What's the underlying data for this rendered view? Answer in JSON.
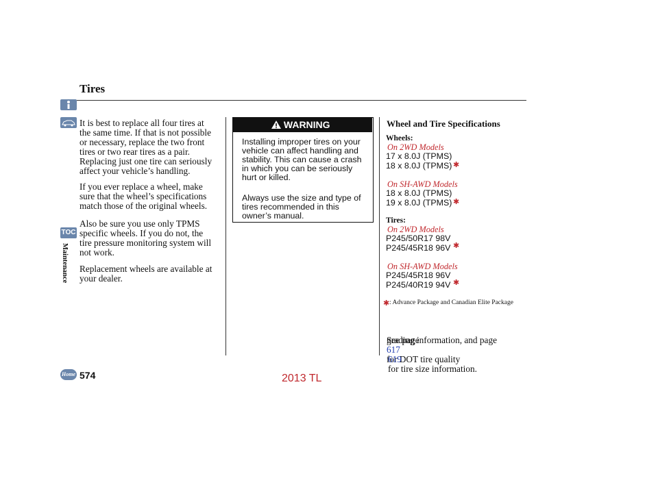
{
  "header": {
    "title": "Tires"
  },
  "sidebar": {
    "info_icon": "info-icon",
    "car_icon": "car-icon",
    "toc_label": "TOC",
    "section_label": "Maintenance",
    "home_label": "Home"
  },
  "left_column": {
    "p1": "It is best to replace all four tires at\nthe same time. If that is not possible\nor necessary, replace the two front\ntires or two rear tires as a pair.\nReplacing just one tire can seriously\naffect your vehicle’s handling.",
    "p2": "If you ever replace a wheel, make\nsure that the wheel’s specifications\nmatch those of the original wheels.",
    "p3": "Also be sure you use only TPMS\nspecific wheels. If you do not, the\ntire pressure monitoring system will\nnot work.",
    "p4": "Replacement wheels are available at\nyour dealer."
  },
  "warning": {
    "label": "WARNING",
    "p1": "Installing improper tires on your\nvehicle can affect handling and\nstability. This can cause a crash\nin which you can be seriously\nhurt or killed.",
    "p2": "Always use the size and type of\ntires recommended in this\nowner’s manual."
  },
  "specs": {
    "heading": "Wheel and Tire Specifications",
    "wheels_label": "Wheels:",
    "wheels_2wd_label": "On 2WD Models",
    "wheels_2wd_1": "17 x 8.0J (TPMS)",
    "wheels_2wd_2": "18 x 8.0J (TPMS)",
    "wheels_awd_label": "On SH-AWD Models",
    "wheels_awd_1": "18 x 8.0J (TPMS)",
    "wheels_awd_2": "19 x 8.0J (TPMS)",
    "tires_label": "Tires:",
    "tires_2wd_label": "On 2WD Models",
    "tires_2wd_1": "P245/50R17 98V",
    "tires_2wd_2": "P245/45R18 96V",
    "tires_awd_label": "On SH-AWD Models",
    "tires_awd_1": "P245/45R18 96V",
    "tires_awd_2": "P245/40R19 94V",
    "star": "✱",
    "footnote": ":  Advance Package and Canadian Elite Package",
    "see1_a": "See page",
    "see1_link": "617",
    "see1_b": "for DOT tire quality",
    "see2": "grading information, and page",
    "see3_link": "619",
    "see3_b": "for tire size information."
  },
  "footer": {
    "page_number": "574",
    "watermark": "2013 TL"
  },
  "colors": {
    "link": "#2540b0",
    "accent_red": "#c0282d",
    "icon_blue": "#6a86ab"
  }
}
